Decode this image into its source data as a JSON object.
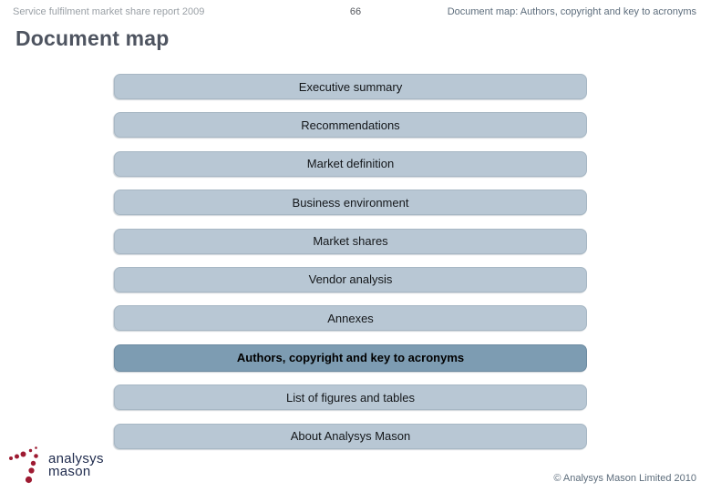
{
  "header": {
    "report_title": "Service fulfilment market share report 2009",
    "page_number": "66",
    "section_title": "Document map: Authors, copyright and key to acronyms"
  },
  "title": "Document map",
  "document_map": {
    "items": [
      {
        "label": "Executive summary",
        "active": false
      },
      {
        "label": "Recommendations",
        "active": false
      },
      {
        "label": "Market definition",
        "active": false
      },
      {
        "label": "Business environment",
        "active": false
      },
      {
        "label": "Market shares",
        "active": false
      },
      {
        "label": "Vendor analysis",
        "active": false
      },
      {
        "label": "Annexes",
        "active": false
      },
      {
        "label": "Authors, copyright and key to acronyms",
        "active": true
      },
      {
        "label": "List of figures and tables",
        "active": false
      },
      {
        "label": "About Analysys Mason",
        "active": false
      }
    ]
  },
  "footer": {
    "logo_line1": "analysys",
    "logo_line2": "mason",
    "copyright": "© Analysys Mason Limited 2010"
  },
  "colors": {
    "bar_default": "#b8c7d4",
    "bar_active": "#7d9cb2",
    "title_text": "#4e5460",
    "logo_dot": "#9e1b32",
    "logo_text": "#1e2a4c"
  }
}
